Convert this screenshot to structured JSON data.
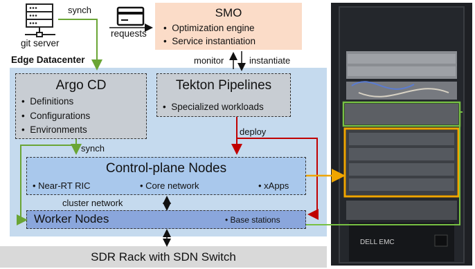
{
  "git_server": {
    "label": "git server",
    "sync_label": "synch"
  },
  "requests": {
    "label": "requests"
  },
  "smo": {
    "title": "SMO",
    "items": [
      "Optimization engine",
      "Service instantiation"
    ],
    "color": "#fbdcc8"
  },
  "edge": {
    "label": "Edge Datacenter",
    "color": "#c5daee"
  },
  "links": {
    "monitor": "monitor",
    "instantiate": "instantiate",
    "deploy": "deploy",
    "synch": "synch",
    "cluster_network": "cluster network"
  },
  "argo": {
    "title": "Argo CD",
    "items": [
      "Definitions",
      "Configurations",
      "Environments"
    ]
  },
  "tekton": {
    "title": "Tekton Pipelines",
    "items": [
      "Specialized workloads"
    ]
  },
  "control": {
    "title": "Control-plane Nodes",
    "items": [
      "Near-RT RIC",
      "Core network",
      "xApps"
    ]
  },
  "worker": {
    "title": "Worker Nodes",
    "items": [
      "Base stations"
    ]
  },
  "sdr": {
    "label": "SDR Rack with SDN Switch"
  },
  "photo": {
    "brand": "DELL EMC"
  },
  "colors": {
    "green": "#6aa535",
    "red": "#c00000",
    "orange": "#f0a500",
    "control_fill": "#a9c8ec",
    "worker_fill": "#8aa6dc"
  }
}
